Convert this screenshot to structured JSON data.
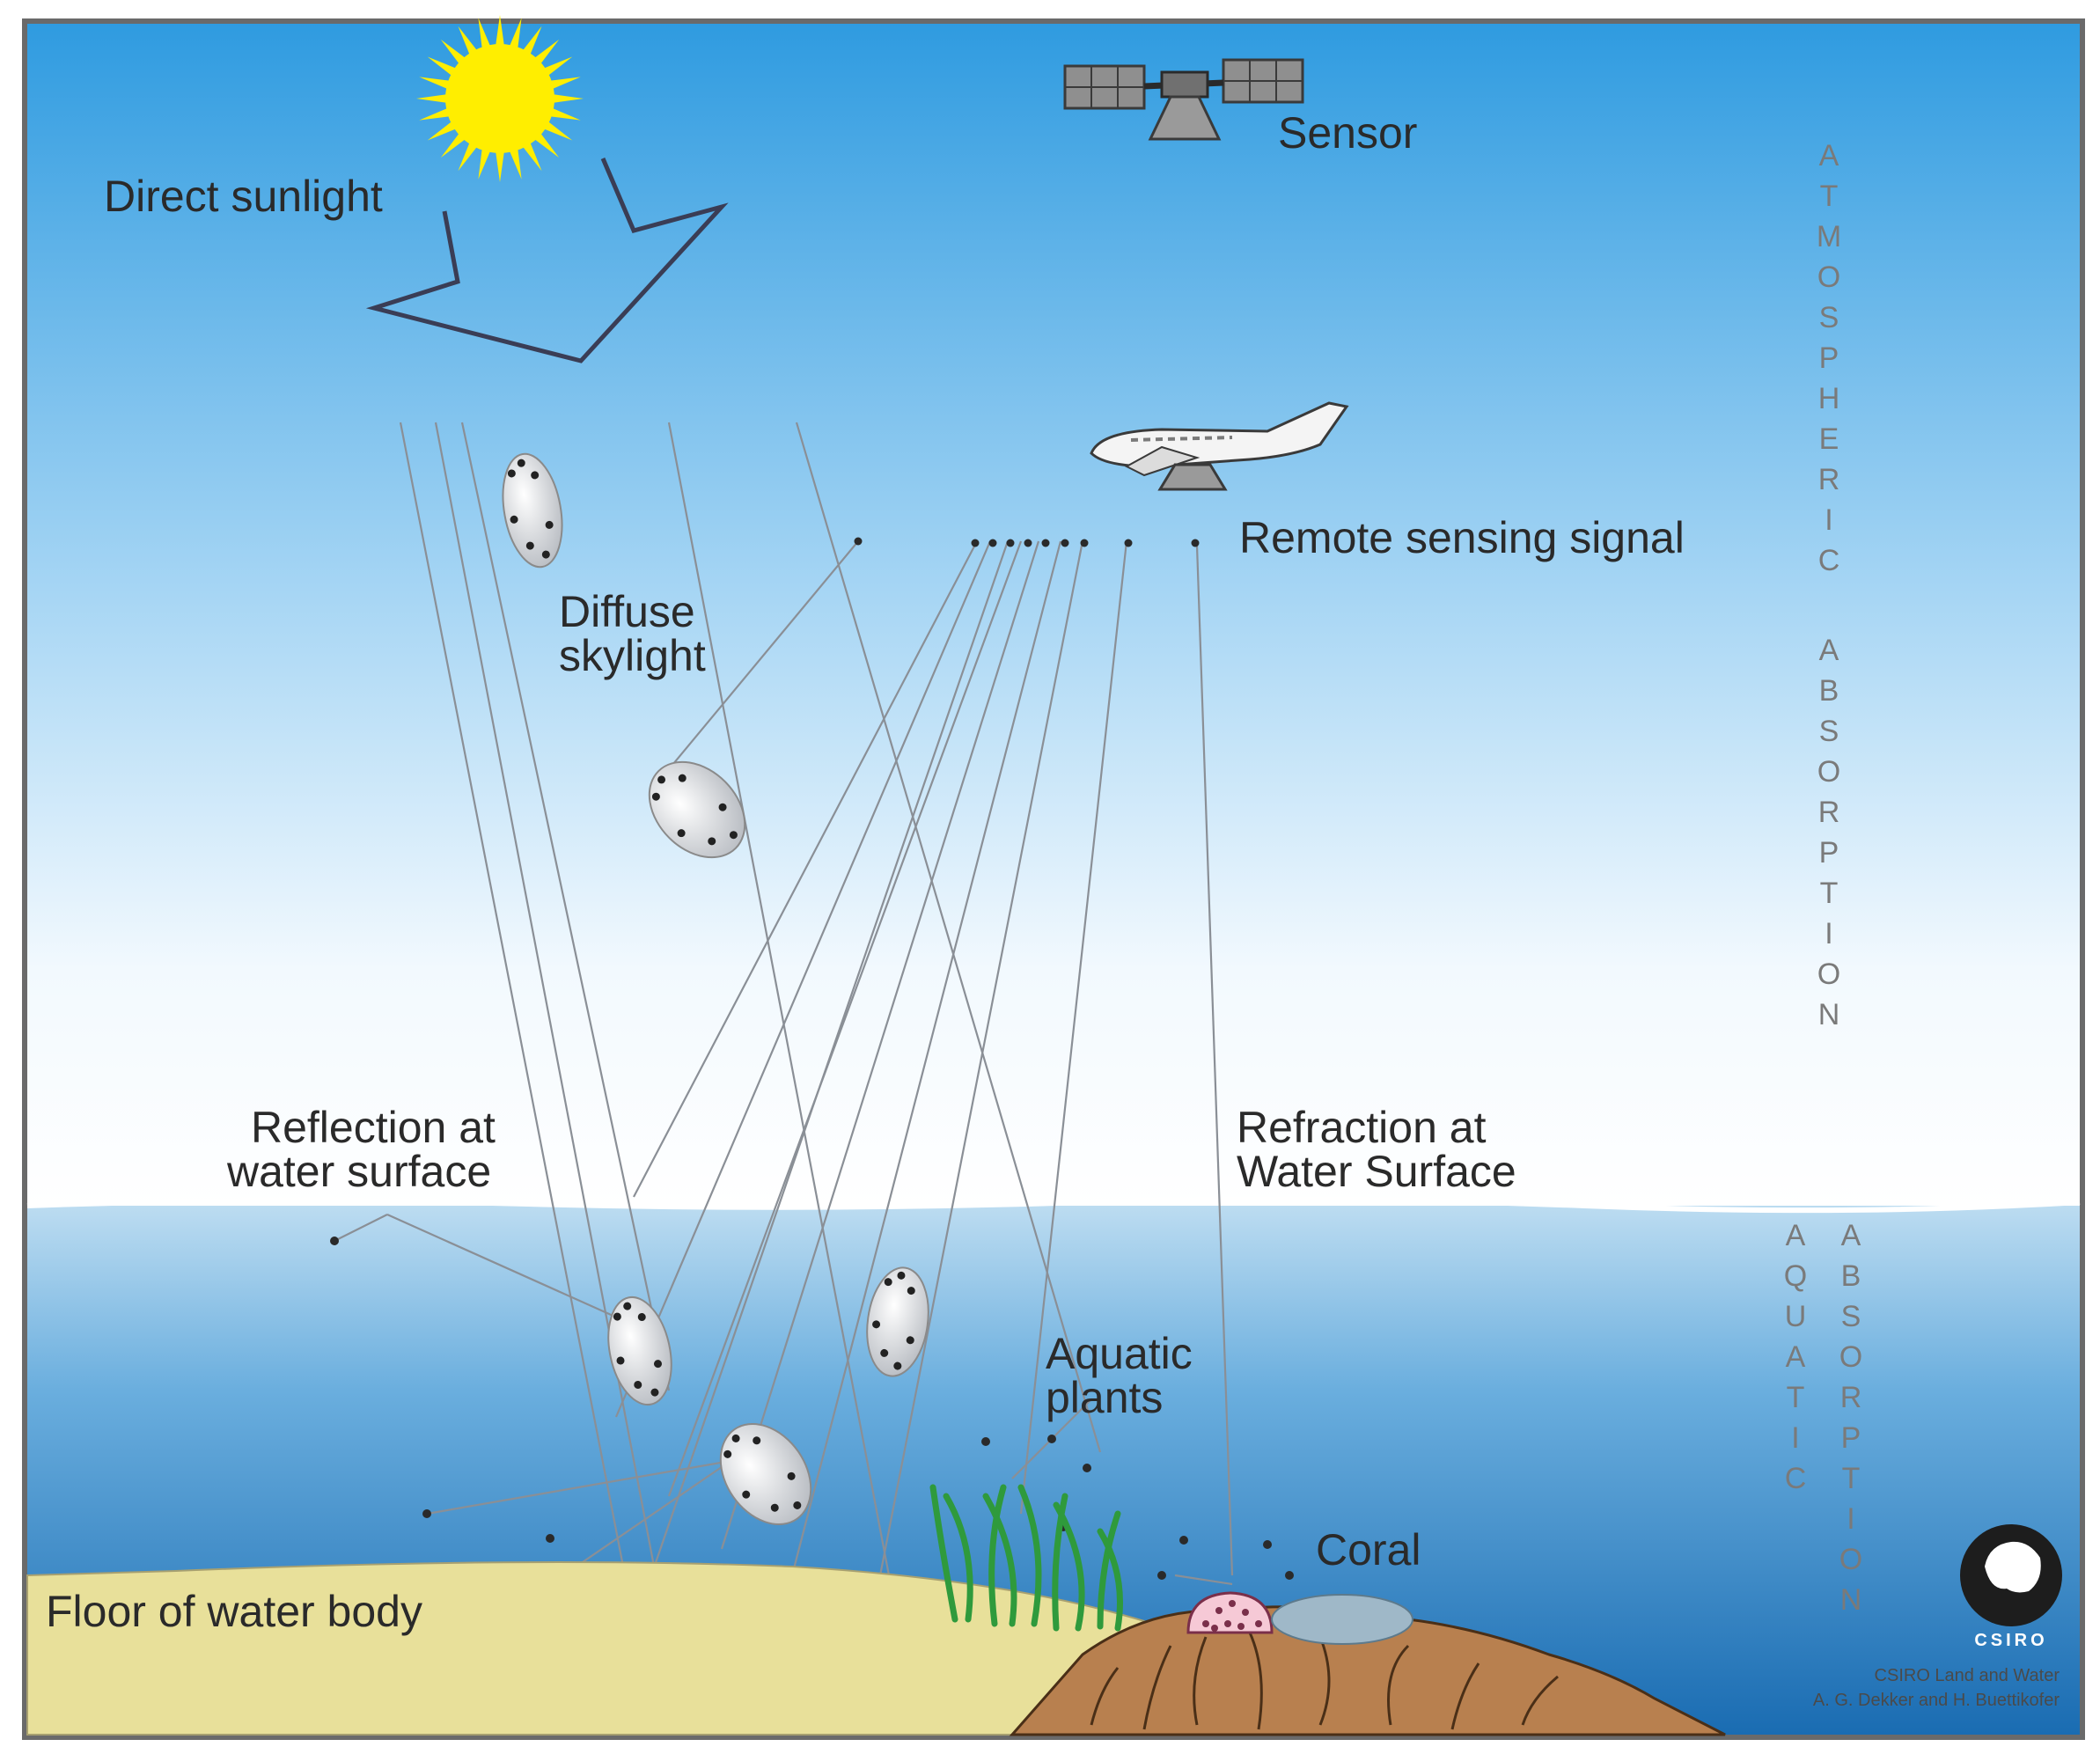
{
  "labels": {
    "sensor": "Sensor",
    "direct_sunlight": "Direct sunlight",
    "remote_sensing_signal": "Remote sensing signal",
    "diffuse_skylight_line1": "Diffuse",
    "diffuse_skylight_line2": "skylight",
    "reflection_line1": "Reflection at",
    "reflection_line2": "water surface",
    "refraction_line1": "Refraction at",
    "refraction_line2": "Water Surface",
    "aquatic_plants_line1": "Aquatic",
    "aquatic_plants_line2": "plants",
    "coral": "Coral",
    "floor": "Floor of water body"
  },
  "vertical_labels": {
    "atmospheric": "ATMOSPHERIC",
    "atmo_absorption": "ABSORPTION",
    "aquatic": "AQUATIC",
    "aquatic_absorption": "ABSORPTION"
  },
  "logo": {
    "text": "CSIRO"
  },
  "credit": {
    "line1": "CSIRO Land and Water",
    "line2": "A. G. Dekker and H. Buettikofer"
  },
  "colors": {
    "sky_top": "#2f9be0",
    "sky_bottom": "#ffffff",
    "water_top": "#b8daf0",
    "water_bottom": "#1b6fb5",
    "sun": "#ffee00",
    "sand": "#e8e09a",
    "reef": "#b8804f",
    "plants": "#2f9a3c",
    "ray": "#8a8f96"
  }
}
